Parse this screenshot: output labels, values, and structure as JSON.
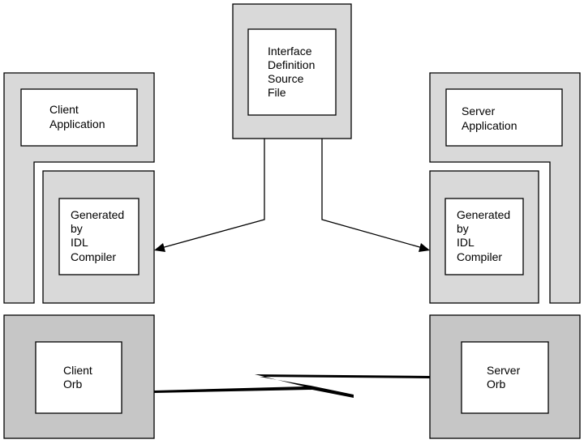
{
  "diagram": {
    "idl_source": {
      "lines": [
        "Interface",
        "Definition",
        "Source",
        "File"
      ]
    },
    "client_application": {
      "lines": [
        "Client",
        "Application"
      ]
    },
    "client_generated": {
      "lines": [
        "Generated",
        "by",
        "IDL",
        "Compiler"
      ]
    },
    "server_application": {
      "lines": [
        "Server",
        "Application"
      ]
    },
    "server_generated": {
      "lines": [
        "Generated",
        "by",
        "IDL",
        "Compiler"
      ]
    },
    "client_orb": {
      "lines": [
        "Client",
        "Orb"
      ]
    },
    "server_orb": {
      "lines": [
        "Server",
        "Orb"
      ]
    }
  }
}
